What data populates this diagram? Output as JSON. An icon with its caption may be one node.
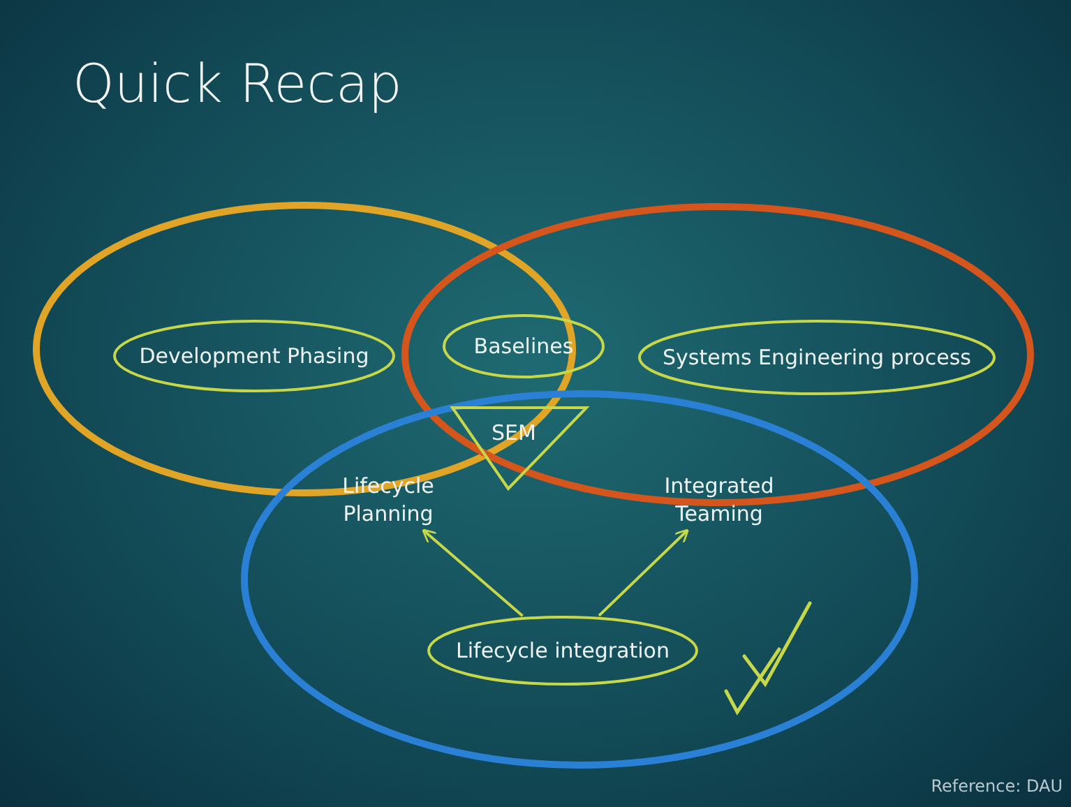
{
  "diagram": {
    "title": "Quick Recap",
    "nodes": [
      {
        "text": [
          "Development Phasing"
        ]
      },
      {
        "text": [
          "Baselines"
        ]
      },
      {
        "text": [
          "Systems Engineering process"
        ]
      },
      {
        "text": [
          "SEM"
        ]
      },
      {
        "text": [
          "Lifecycle Planning"
        ]
      },
      {
        "text": [
          "Integrated Teaming"
        ]
      },
      {
        "text": [
          "Lifecycle integration"
        ]
      }
    ],
    "edges": [
      {
        "from": 6,
        "to": 4,
        "arrow": "to"
      },
      {
        "from": 6,
        "to": 5,
        "arrow": "to"
      }
    ],
    "caption": "Reference: DAU"
  }
}
